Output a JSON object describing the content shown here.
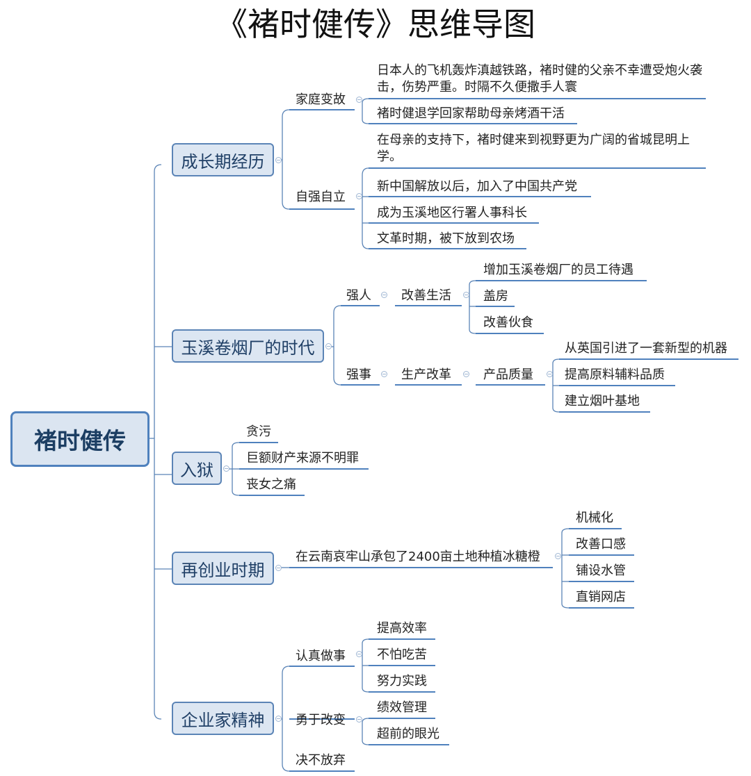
{
  "title": "《褚时健传》思维导图",
  "root": "褚时健传",
  "branch1": {
    "label": "成长期经历",
    "sub1": {
      "label": "家庭变故",
      "items": [
        "日本人的飞机轰炸滇越铁路，褚时健的父亲不幸遭受炮火袭击，伤势严重。时隔不久便撒手人寰",
        "褚时健退学回家帮助母亲烤酒干活"
      ]
    },
    "sub2": {
      "label": "自强自立",
      "items": [
        "在母亲的支持下，褚时健来到视野更为广阔的省城昆明上学。",
        "新中国解放以后，加入了中国共产党",
        "成为玉溪地区行署人事科长",
        "文革时期，被下放到农场"
      ]
    }
  },
  "branch2": {
    "label": "玉溪卷烟厂的时代",
    "sub1": {
      "label": "强人",
      "child": "改善生活",
      "items": [
        "增加玉溪卷烟厂的员工待遇",
        "盖房",
        "改善伙食"
      ]
    },
    "sub2": {
      "label": "强事",
      "child": "生产改革",
      "grandchild": "产品质量",
      "items": [
        "从英国引进了一套新型的机器",
        "提高原料辅料品质",
        "建立烟叶基地"
      ]
    }
  },
  "branch3": {
    "label": "入狱",
    "items": [
      "贪污",
      "巨额财产来源不明罪",
      "丧女之痛"
    ]
  },
  "branch4": {
    "label": "再创业时期",
    "child": "在云南哀牢山承包了2400亩土地种植冰糖橙",
    "items": [
      "机械化",
      "改善口感",
      "铺设水管",
      "直销网店"
    ]
  },
  "branch5": {
    "label": "企业家精神",
    "sub1": {
      "label": "认真做事",
      "items": [
        "提高效率",
        "不怕吃苦",
        "努力实践"
      ]
    },
    "sub2": {
      "label": "勇于改变",
      "items": [
        "绩效管理",
        "超前的眼光"
      ]
    },
    "sub3": {
      "label": "决不放弃"
    }
  },
  "colors": {
    "connector": "#5b84b6",
    "box_fill": "#dce6f2",
    "box_border": "#5b84b6",
    "underline": "#4f81bd"
  }
}
